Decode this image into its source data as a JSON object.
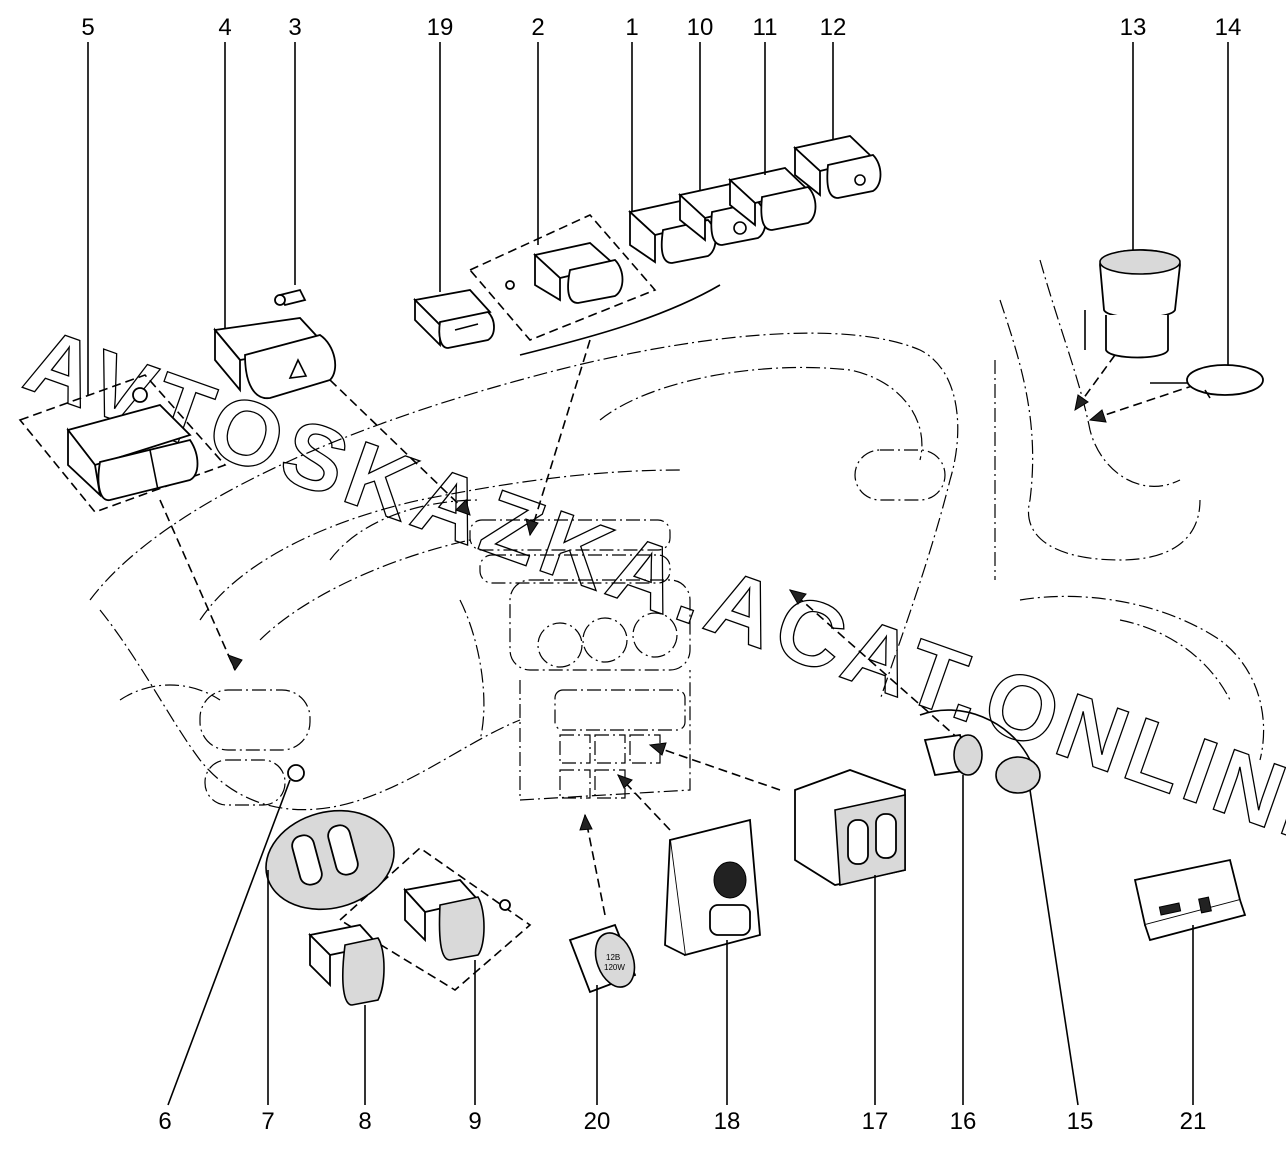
{
  "watermark": "AVTOSKAZKA.ACAT.ONLINE",
  "callouts": [
    {
      "id": "5",
      "label": "5"
    },
    {
      "id": "4",
      "label": "4"
    },
    {
      "id": "3",
      "label": "3"
    },
    {
      "id": "19",
      "label": "19"
    },
    {
      "id": "2",
      "label": "2"
    },
    {
      "id": "1",
      "label": "1"
    },
    {
      "id": "10",
      "label": "10"
    },
    {
      "id": "11",
      "label": "11"
    },
    {
      "id": "12",
      "label": "12"
    },
    {
      "id": "13",
      "label": "13"
    },
    {
      "id": "14",
      "label": "14"
    },
    {
      "id": "6",
      "label": "6"
    },
    {
      "id": "7",
      "label": "7"
    },
    {
      "id": "8",
      "label": "8"
    },
    {
      "id": "9",
      "label": "9"
    },
    {
      "id": "20",
      "label": "20"
    },
    {
      "id": "18",
      "label": "18"
    },
    {
      "id": "17",
      "label": "17"
    },
    {
      "id": "16",
      "label": "16"
    },
    {
      "id": "15",
      "label": "15"
    },
    {
      "id": "21",
      "label": "21"
    }
  ],
  "part_texts": {
    "socket_rating_1": "12B",
    "socket_rating_2": "120W"
  },
  "colors": {
    "line": "#000000",
    "background": "#ffffff",
    "part_fill": "#d9d9d9"
  }
}
